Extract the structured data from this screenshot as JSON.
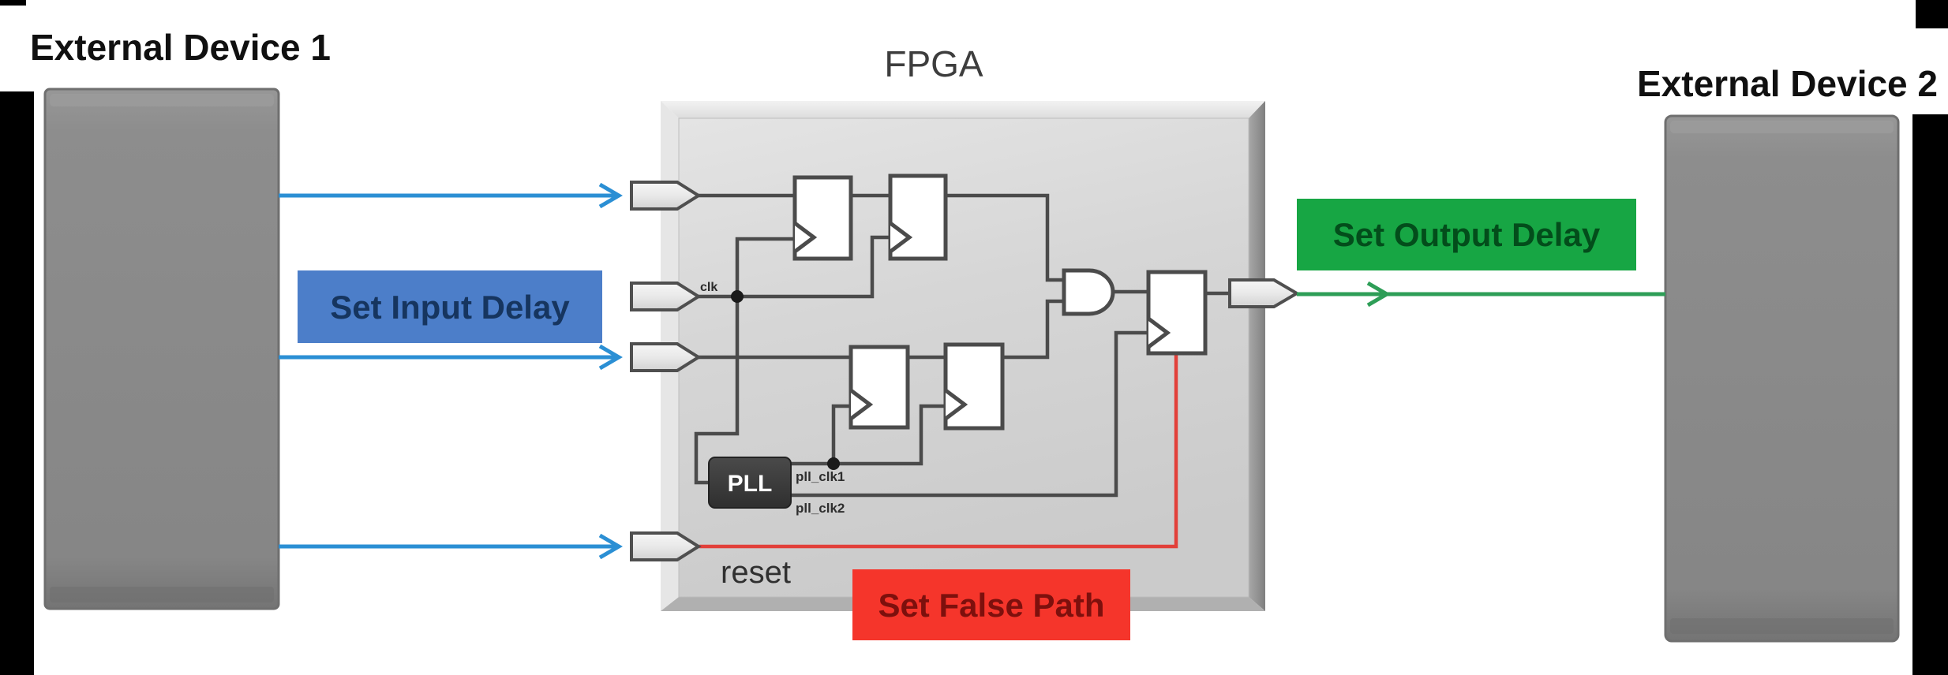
{
  "blocks": {
    "device1": "External Device 1",
    "device2": "External Device 2",
    "fpga": "FPGA",
    "pll": "PLL"
  },
  "annotations": {
    "set_input_delay": "Set Input Delay",
    "set_output_delay": "Set Output Delay",
    "set_false_path": "Set False Path"
  },
  "signal_labels": {
    "clk": "clk",
    "reset": "reset",
    "pll_clk1": "pll_clk1",
    "pll_clk2": "pll_clk2"
  },
  "icons": {
    "input_port_1": "input-port-icon",
    "input_port_clk": "clock-port-icon",
    "input_port_2": "input-port-icon",
    "input_port_reset": "reset-port-icon",
    "output_port": "output-port-icon",
    "and_gate": "and-gate-icon",
    "flip_flop": "d-flip-flop-icon"
  },
  "colors": {
    "input_delay_box": "#4c7ec9",
    "input_delay_text": "#16355f",
    "output_delay_box": "#17a644",
    "output_delay_text": "#034d1b",
    "false_path_box": "#f5352b",
    "false_path_text": "#7d100d",
    "input_arrow_blue": "#2b8fd4",
    "output_arrow_green": "#2e9e57",
    "false_path_wire_red": "#e2403a",
    "logic_wire": "#4b4b4b",
    "device_fill": "#8a8a8a",
    "fpga_panel": "#d4d4d4",
    "pll_fill": "#3d3d3d",
    "frame_black": "#000000"
  }
}
